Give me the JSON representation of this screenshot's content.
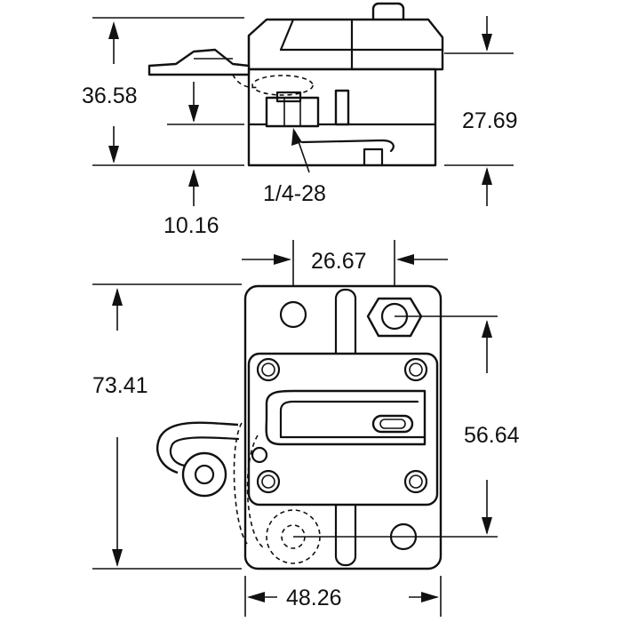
{
  "dimensions": {
    "top_height": "36.58",
    "right_height": "27.69",
    "thread": "1/4-28",
    "flange": "10.16",
    "stud_spacing": "26.67",
    "overall_height": "73.41",
    "mount_spacing": "56.64",
    "width": "48.26"
  },
  "colors": {
    "line": "#111111",
    "background": "#ffffff"
  }
}
